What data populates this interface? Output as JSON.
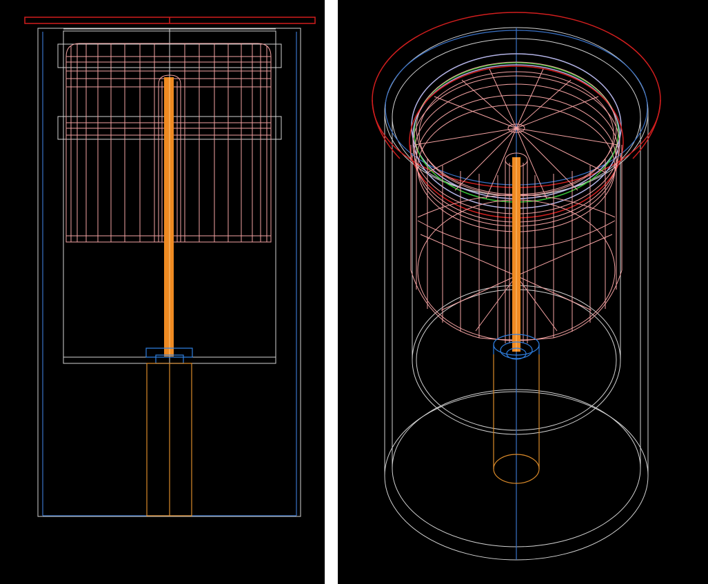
{
  "viewports": [
    {
      "id": "front",
      "view": "front-elevation"
    },
    {
      "id": "iso",
      "view": "isometric"
    }
  ],
  "colors": {
    "background": "#000000",
    "separator": "#ffffff",
    "housing": "#d4d4d4",
    "outer-frame": "#3a73c8",
    "lid": "#d21e1e",
    "bell": "#f5a3a3",
    "shaft": "#ee8a22",
    "coupling": "#2f7fe0",
    "base-tube": "#dc8b2a",
    "seal-green": "#38c838",
    "seal-lavender": "#b3b3e6"
  },
  "components": [
    {
      "name": "lid-plate",
      "color": "lid"
    },
    {
      "name": "outer-frame",
      "color": "outer-frame"
    },
    {
      "name": "inner-housing",
      "color": "housing"
    },
    {
      "name": "bell-cap",
      "color": "bell"
    },
    {
      "name": "drive-shaft",
      "color": "shaft"
    },
    {
      "name": "shaft-coupling",
      "color": "coupling"
    },
    {
      "name": "base-tube",
      "color": "base-tube"
    }
  ]
}
